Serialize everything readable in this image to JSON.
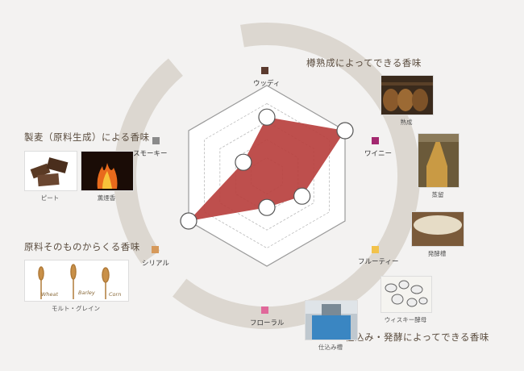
{
  "colors": {
    "band": "#dcd7d0",
    "grid": "#bbbbbb",
    "polygon": "#b9403e",
    "woody": "#5b3a2e",
    "winey": "#a3286f",
    "fruity": "#f2c24a",
    "floral": "#e0689a",
    "cereal": "#d6995a",
    "smoky": "#8a8a8a"
  },
  "groups": {
    "cask": "樽熟成によってできる香味",
    "malting": "製麦（原料生成）による香味",
    "raw": "原料そのものからくる香味",
    "ferment": "仕込み・発酵によってできる香味"
  },
  "axes": [
    {
      "id": "woody",
      "label": "ウッディ"
    },
    {
      "id": "winey",
      "label": "ワイニー"
    },
    {
      "id": "fruity",
      "label": "フルーティー"
    },
    {
      "id": "floral",
      "label": "フローラル"
    },
    {
      "id": "cereal",
      "label": "シリアル"
    },
    {
      "id": "smoky",
      "label": "スモーキー"
    }
  ],
  "profile": {
    "woody": 0.65,
    "winey": 1.0,
    "fruity": 0.45,
    "floral": 0.35,
    "cereal": 1.0,
    "smoky": 0.3
  },
  "captions": {
    "aging": "熟成",
    "distill": "蒸留",
    "ferment_tank": "発酵槽",
    "yeast": "ウィスキー酵母",
    "mash": "仕込み槽",
    "peat": "ピート",
    "smoke": "薫煙香",
    "grain": "モルト・グレイン"
  },
  "grain_words": {
    "w1": "Wheat",
    "w2": "Barley",
    "w3": "Corn"
  }
}
